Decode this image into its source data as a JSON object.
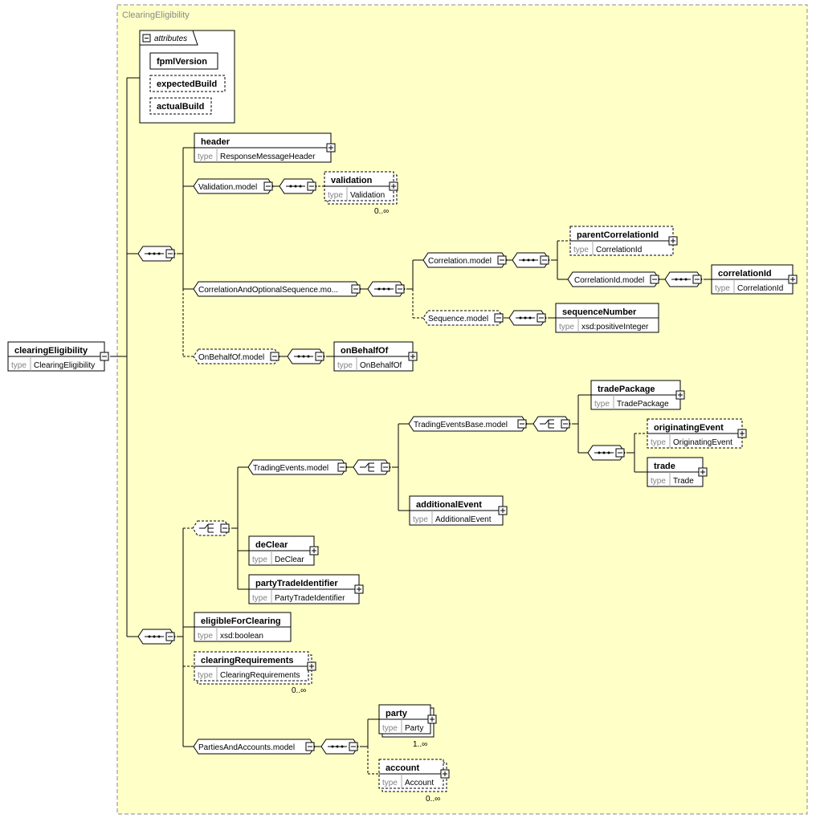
{
  "container_title": "ClearingEligibility",
  "attributes_label": "attributes",
  "type_label": "type",
  "attributes": [
    "fpmlVersion",
    "expectedBuild",
    "actualBuild"
  ],
  "root": {
    "name": "clearingEligibility",
    "type": "ClearingEligibility"
  },
  "elements": {
    "header": {
      "name": "header",
      "type": "ResponseMessageHeader"
    },
    "validation": {
      "name": "validation",
      "type": "Validation",
      "occurs": "0..∞"
    },
    "parentCorrelationId": {
      "name": "parentCorrelationId",
      "type": "CorrelationId"
    },
    "correlationId": {
      "name": "correlationId",
      "type": "CorrelationId"
    },
    "sequenceNumber": {
      "name": "sequenceNumber",
      "type": "xsd:positiveInteger"
    },
    "onBehalfOf": {
      "name": "onBehalfOf",
      "type": "OnBehalfOf"
    },
    "tradePackage": {
      "name": "tradePackage",
      "type": "TradePackage"
    },
    "originatingEvent": {
      "name": "originatingEvent",
      "type": "OriginatingEvent"
    },
    "trade": {
      "name": "trade",
      "type": "Trade"
    },
    "additionalEvent": {
      "name": "additionalEvent",
      "type": "AdditionalEvent"
    },
    "deClear": {
      "name": "deClear",
      "type": "DeClear"
    },
    "partyTradeIdentifier": {
      "name": "partyTradeIdentifier",
      "type": "PartyTradeIdentifier"
    },
    "eligibleForClearing": {
      "name": "eligibleForClearing",
      "type": "xsd:boolean"
    },
    "clearingRequirements": {
      "name": "clearingRequirements",
      "type": "ClearingRequirements",
      "occurs": "0..∞"
    },
    "party": {
      "name": "party",
      "type": "Party",
      "occurs": "1..∞"
    },
    "account": {
      "name": "account",
      "type": "Account",
      "occurs": "0..∞"
    }
  },
  "groups": {
    "validation_model": "Validation.model",
    "correlation_seq_model": "CorrelationAndOptionalSequence.mo...",
    "correlation_model": "Correlation.model",
    "correlationid_model": "CorrelationId.model",
    "sequence_model": "Sequence.model",
    "onbehalfof_model": "OnBehalfOf.model",
    "tradingevents_model": "TradingEvents.model",
    "tradingeventsbase_model": "TradingEventsBase.model",
    "partiesandaccounts_model": "PartiesAndAccounts.model"
  }
}
